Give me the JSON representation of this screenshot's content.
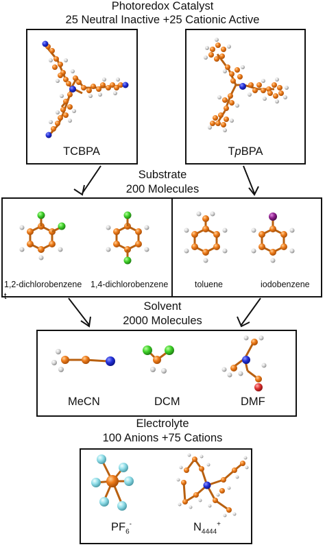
{
  "catalyst": {
    "title": "Photoredox Catalyst",
    "subtitle": "25 Neutral Inactive +25 Cationic Active",
    "left_name": "TCBPA",
    "right_name_pre": "T",
    "right_name_italic": "p",
    "right_name_post": "BPA"
  },
  "substrate": {
    "title": "Substrate",
    "subtitle": "200 Molecules",
    "items": [
      "1,2-dichlorobenzene",
      "1,4-dichlorobenzene",
      "toluene",
      "iodobenzene"
    ],
    "stray_char": "t"
  },
  "solvent": {
    "title": "Solvent",
    "subtitle": "2000 Molecules",
    "items": [
      "MeCN",
      "DCM",
      "DMF"
    ]
  },
  "electrolyte": {
    "title": "Electrolyte",
    "subtitle": "100 Anions +75 Cations",
    "anion_base": "PF",
    "anion_sub": "6",
    "anion_sup": "-",
    "cation_base": "N",
    "cation_sub": "4444",
    "cation_sup": "+"
  },
  "colors": {
    "carbon": "#e8761a",
    "hydrogen": "#d6d6d6",
    "nitrogen": "#2431d6",
    "chlorine": "#3ed12a",
    "iodine": "#8e1f8e",
    "oxygen": "#e03333",
    "fluorine": "#8fdde8",
    "phosphorus": "#f08c1c"
  }
}
